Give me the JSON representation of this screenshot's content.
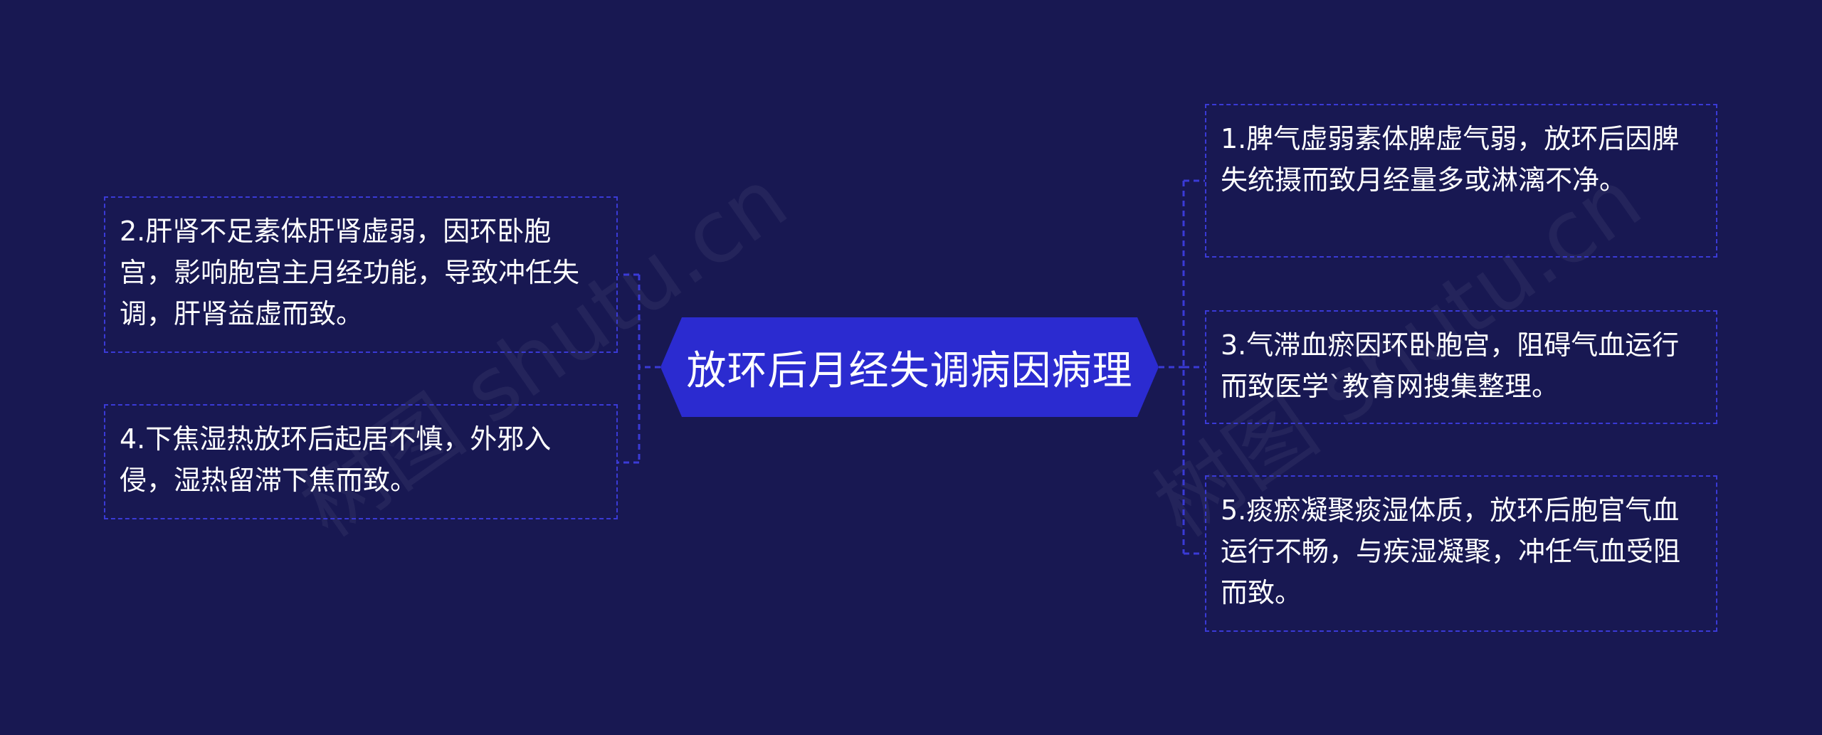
{
  "mindmap": {
    "root": "放环后月经失调病因病理",
    "nodes": {
      "n1": "1.脾气虚弱素体脾虚气弱，放环后因脾失统摄而致月经量多或淋漓不净。",
      "n2": "2.肝肾不足素体肝肾虚弱，因环卧胞宫，影响胞宫主月经功能，导致冲任失调，肝肾益虚而致。",
      "n3": "3.气滞血瘀因环卧胞宫，阻碍气血运行而致医学`教育网搜集整理。",
      "n4": "4.下焦湿热放环后起居不慎，外邪入侵，湿热留滞下焦而致。",
      "n5": "5.痰瘀凝聚痰湿体质，放环后胞官气血运行不畅，与疾湿凝聚，冲任气血受阻而致。"
    }
  },
  "watermark": {
    "left": "树图 shutu.cn",
    "right": "树图 shutu.cn"
  },
  "colors": {
    "background": "#181852",
    "center_fill": "#2b2bd0",
    "border": "#3a3ad6",
    "connector": "#3a3ad6",
    "text": "#ffffff"
  }
}
